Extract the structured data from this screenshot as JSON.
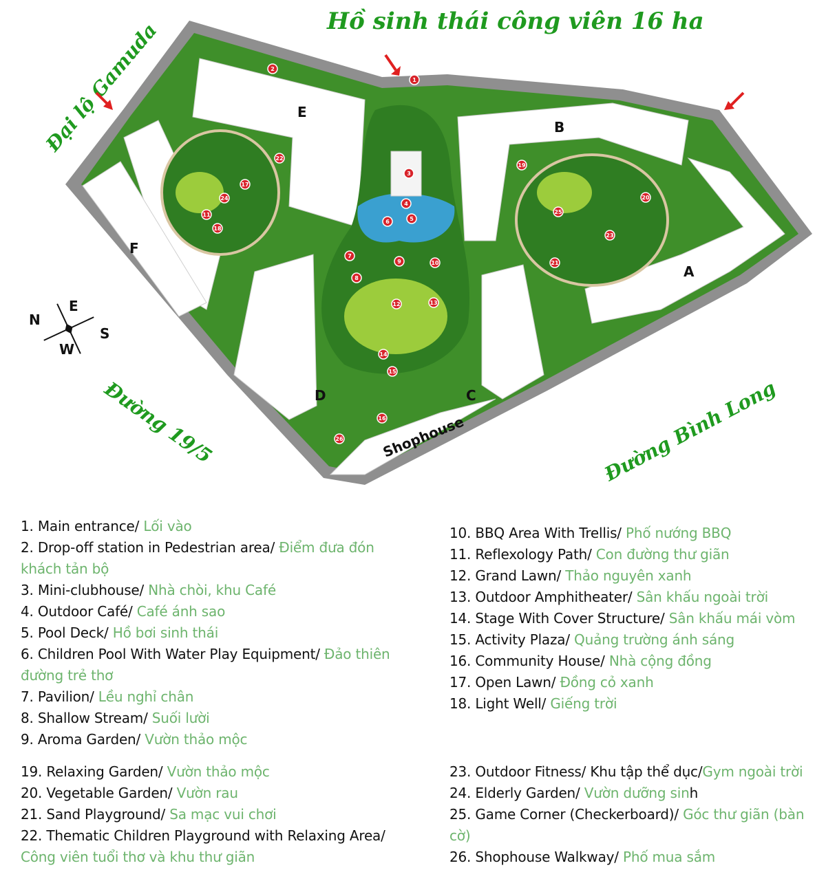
{
  "map": {
    "title": "Hồ sinh thái công viên 16 ha",
    "roads": {
      "northwest": "Đại lộ Gamuda",
      "southwest": "Đường 19/5",
      "southeast": "Đường Bình Long"
    },
    "shophouse_label": "Shophouse",
    "buildings": [
      "A",
      "B",
      "C",
      "D",
      "E",
      "F"
    ],
    "compass": {
      "n": "N",
      "e": "E",
      "s": "S",
      "w": "W"
    },
    "pins": [
      "1",
      "2",
      "3",
      "4",
      "5",
      "6",
      "7",
      "8",
      "9",
      "10",
      "11",
      "12",
      "13",
      "14",
      "15",
      "16",
      "17",
      "18",
      "19",
      "20",
      "21",
      "22",
      "23",
      "24",
      "25",
      "26"
    ],
    "colors": {
      "grass": "#3f8f2a",
      "lawn": "#9ccc3c",
      "road": "#9a9a9a",
      "water": "#3aa0d0",
      "pin": "#d8232a",
      "label": "#1f9a1f"
    }
  },
  "legend": {
    "col1": [
      {
        "en": "1.  Main entrance/ ",
        "vi": "Lối vào"
      },
      {
        "en": "2.  Drop-off station in Pedestrian area/ ",
        "vi": "Điểm đưa đón khách tản bộ"
      },
      {
        "en": "3.  Mini-clubhouse/ ",
        "vi": "Nhà chòi, khu Café"
      },
      {
        "en": "4.  Outdoor Café/ ",
        "vi": "Café ánh sao"
      },
      {
        "en": "5.  Pool Deck/ ",
        "vi": "Hồ bơi sinh thái"
      },
      {
        "en": "6.  Children Pool With Water Play Equipment/ ",
        "vi": "Đảo thiên đường trẻ thơ"
      },
      {
        "en": "7.  Pavilion/ ",
        "vi": "Lều nghỉ chân"
      },
      {
        "en": "8.  Shallow Stream/ ",
        "vi": "Suối lười"
      },
      {
        "en": "9.  Aroma Garden/ ",
        "vi": "Vườn thảo mộc"
      }
    ],
    "col2": [
      {
        "en": "10.  BBQ Area With Trellis/ ",
        "vi": "Phố nướng BBQ"
      },
      {
        "en": "11.  Reflexology Path/ ",
        "vi": "Con đường thư giãn"
      },
      {
        "en": "12.  Grand Lawn/ ",
        "vi": "Thảo nguyên xanh"
      },
      {
        "en": "13.  Outdoor Amphitheater/ ",
        "vi": "Sân khấu ngoài trời"
      },
      {
        "en": "14.  Stage With Cover Structure/ ",
        "vi": "Sân khấu mái vòm"
      },
      {
        "en": "15.  Activity Plaza/ ",
        "vi": "Quảng trường ánh sáng"
      },
      {
        "en": "16.  Community House/ ",
        "vi": "Nhà cộng đồng"
      },
      {
        "en": "17.  Open Lawn/ ",
        "vi": "Đồng cỏ xanh"
      },
      {
        "en": "18.  Light Well/ ",
        "vi": "Giếng trời"
      }
    ],
    "col3": [
      {
        "en": "19.  Relaxing Garden/ ",
        "vi": "Vườn thảo mộc"
      },
      {
        "en": "20.  Vegetable Garden/ ",
        "vi": "Vườn rau"
      },
      {
        "en": "21.  Sand Playground/ ",
        "vi": "Sa mạc vui chơi"
      },
      {
        "en": "22.  Thematic Children Playground with Relaxing Area/ ",
        "vi": "Công viên tuổi thơ và khu thư giãn"
      }
    ],
    "col4": [
      {
        "en": "23.  Outdoor Fitness/ Khu tập thể dục/",
        "vi": "Gym ngoài trời"
      },
      {
        "en": "24.  Elderly Garden/ ",
        "vi": "Vườn dưỡng sin",
        "tail": "h"
      },
      {
        "en": "25.  Game Corner (Checkerboard)/ ",
        "vi": "Góc thư giãn (bàn cờ)"
      },
      {
        "en": "26.  Shophouse Walkway/ ",
        "vi": "Phố mua sắm"
      }
    ]
  }
}
